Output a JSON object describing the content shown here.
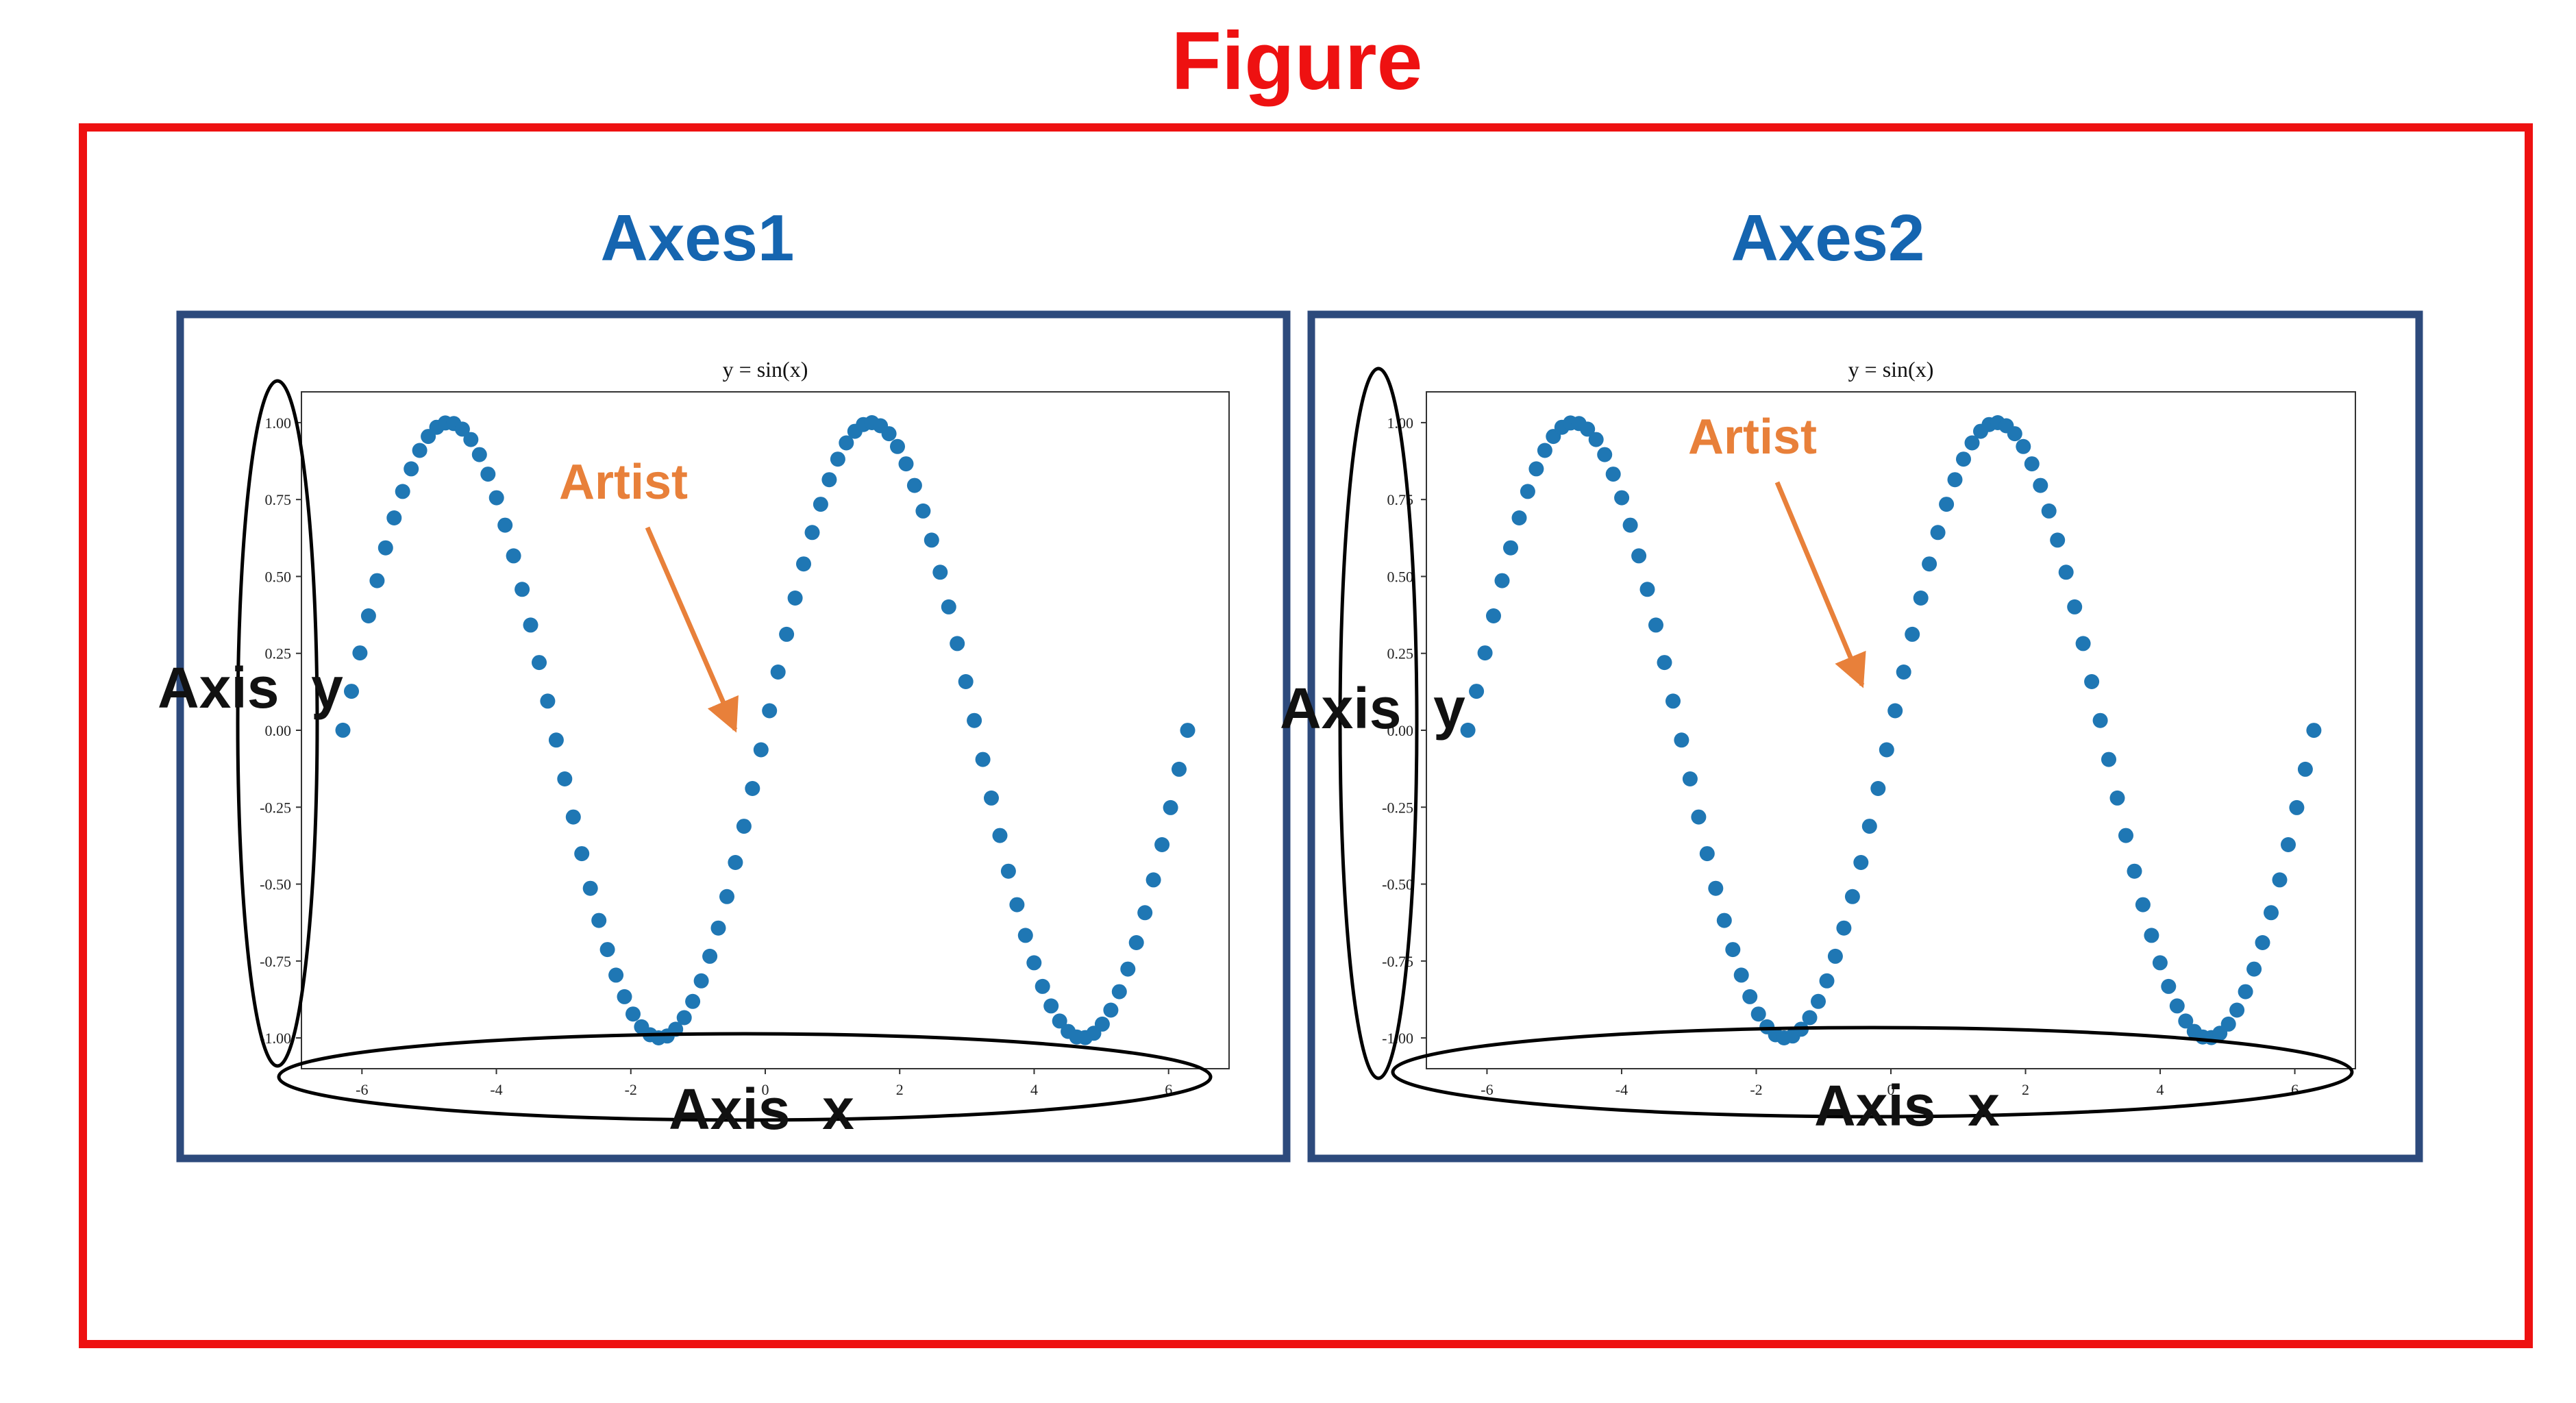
{
  "figure": {
    "label": "Figure",
    "border_color": "#ee1111",
    "label_color": "#ee1111"
  },
  "axes_frame_color": "#2d4a7c",
  "axes_label_color": "#1565b0",
  "artist_color": "#e8803a",
  "annotation_text_color": "#111111",
  "marker_color": "#1f77b4",
  "panels": [
    {
      "axes_label": "Axes1",
      "artist_label": "Artist",
      "axis_x_label": "Axis  x",
      "axis_y_label": "Axis  y"
    },
    {
      "axes_label": "Axes2",
      "artist_label": "Artist",
      "axis_x_label": "Axis  x",
      "axis_y_label": "Axis  y"
    }
  ],
  "chart_data": [
    {
      "type": "scatter",
      "title": "y = sin(x)",
      "function": "sin(x)",
      "x_range": [
        -6.283,
        6.283
      ],
      "num_points": 100,
      "xlim": [
        -6.9,
        6.9
      ],
      "ylim": [
        -1.1,
        1.1
      ],
      "xticks": [
        "-6",
        "-4",
        "-2",
        "0",
        "2",
        "4",
        "6"
      ],
      "yticks": [
        "1.00",
        "0.75",
        "0.50",
        "0.25",
        "0.00",
        "-0.25",
        "-0.50",
        "-0.75",
        "-1.00"
      ]
    },
    {
      "type": "scatter",
      "title": "y = sin(x)",
      "function": "sin(x)",
      "x_range": [
        -6.283,
        6.283
      ],
      "num_points": 100,
      "xlim": [
        -6.9,
        6.9
      ],
      "ylim": [
        -1.1,
        1.1
      ],
      "xticks": [
        "-6",
        "-4",
        "-2",
        "0",
        "2",
        "4",
        "6"
      ],
      "yticks": [
        "1.00",
        "0.75",
        "0.50",
        "0.25",
        "0.00",
        "-0.25",
        "-0.50",
        "-0.75",
        "-1.00"
      ]
    }
  ]
}
